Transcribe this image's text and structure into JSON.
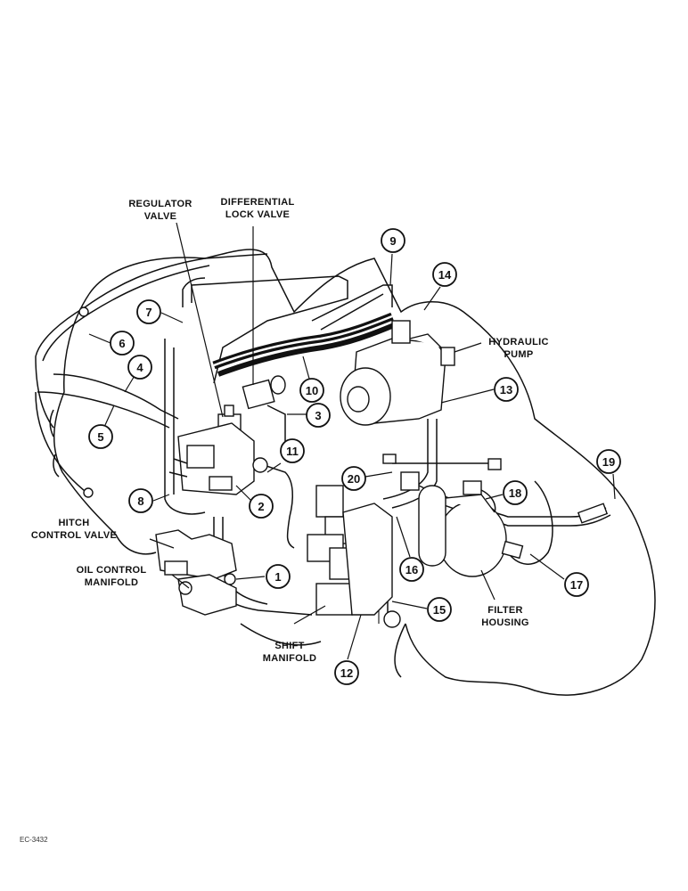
{
  "figure_code": "EC-3432",
  "labels": {
    "regulator_valve": [
      "REGULATOR",
      "VALVE"
    ],
    "differential_lock_valve": [
      "DIFFERENTIAL",
      "LOCK VALVE"
    ],
    "hydraulic_pump": [
      "HYDRAULIC",
      "PUMP"
    ],
    "hitch_control_valve": [
      "HITCH",
      "CONTROL VALVE"
    ],
    "oil_control_manifold": [
      "OIL CONTROL",
      "MANIFOLD"
    ],
    "shift_manifold": [
      "SHIFT",
      "MANIFOLD"
    ],
    "filter_housing": [
      "FILTER",
      "HOUSING"
    ]
  },
  "callouts": [
    "1",
    "2",
    "3",
    "4",
    "5",
    "6",
    "7",
    "8",
    "9",
    "10",
    "11",
    "12",
    "13",
    "14",
    "15",
    "16",
    "17",
    "18",
    "19",
    "20"
  ]
}
